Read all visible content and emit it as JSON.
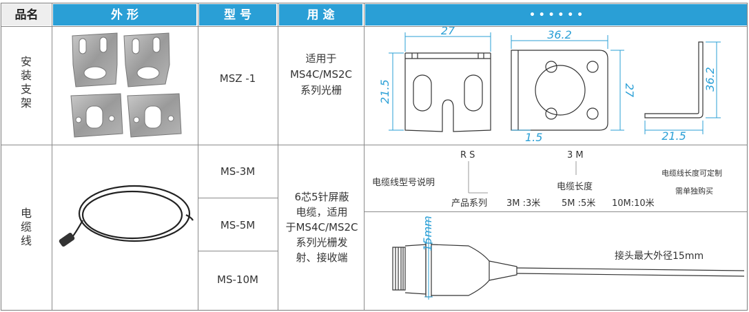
{
  "header": {
    "col_name": "品名",
    "col_shape": "外 形",
    "col_model": "型 号",
    "col_usage": "用 途",
    "col_dims": "•   •   • • • •"
  },
  "row_bracket": {
    "name": "安装支架",
    "model": "MSZ -1",
    "usage_lines": [
      "适用于",
      "MS4C/MS2C",
      "系列光栅"
    ],
    "dims": {
      "top_width": "27",
      "height_left": "21.5",
      "plate_width": "36.2",
      "plate_height": "27",
      "thickness": "1.5",
      "side_height": "36.2",
      "side_width": "21.5"
    }
  },
  "row_cable": {
    "name": "电缆线",
    "models": [
      "MS-3M",
      "MS-5M",
      "MS-10M"
    ],
    "usage_lines": [
      "6芯5针屏蔽",
      "电缆，适用",
      "于MS4C/MS2C",
      "系列光栅发",
      "射、接收端"
    ],
    "spec": {
      "title": "电缆线型号说明",
      "code_a": "R S",
      "code_b": "3 M",
      "label_series": "产品系列",
      "label_length": "电缆长度",
      "options": [
        "3M :3米",
        "5M :5米",
        "10M:10米"
      ],
      "note_line1": "电缆线长度可定制",
      "note_line2": "需单独购买"
    },
    "connector": {
      "diameter_dim": "15mm",
      "note": "接头最大外径15mm"
    }
  },
  "colors": {
    "header_bg": "#2a9fd6",
    "header_text": "#ffffff",
    "name_header_bg": "#f2f2f2",
    "dim_color": "#2a9fd6",
    "border": "#8a8a8a"
  }
}
